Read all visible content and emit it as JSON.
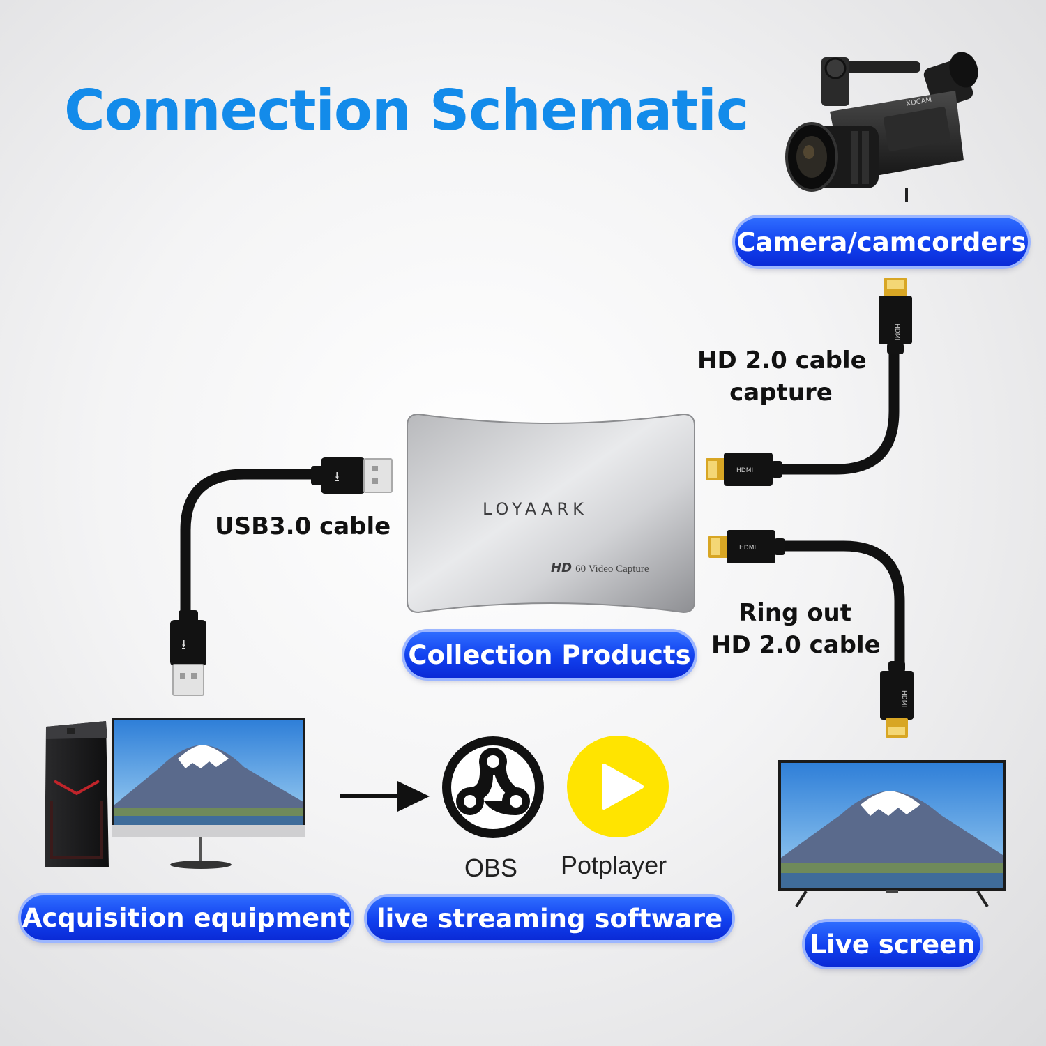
{
  "title": "Connection Schematic",
  "pills": {
    "camera": "Camera/camcorders",
    "collection": "Collection Products",
    "acquisition": "Acquisition equipment",
    "software": "live streaming software",
    "live_screen": "Live screen"
  },
  "labels": {
    "hd_capture_line1": "HD 2.0 cable",
    "hd_capture_line2": "capture",
    "usb": "USB3.0 cable",
    "ring_line1": "Ring out",
    "ring_line2": "HD 2.0 cable"
  },
  "device": {
    "brand": "LOYAARK",
    "model_prefix": "HD",
    "model_text": "60 Video Capture"
  },
  "camera_brand": "XDCAM",
  "connector_text": "HDMI",
  "software": {
    "obs": "OBS",
    "potplayer": "Potplayer"
  },
  "colors": {
    "title": "#138bea",
    "pill": "#1140ee",
    "potplayer": "#ffe400"
  },
  "icons": [
    "camcorder-icon",
    "hdmi-connector-icon",
    "usb-connector-icon",
    "capture-device-icon",
    "pc-tower-icon",
    "monitor-icon",
    "arrow-right-icon",
    "obs-logo-icon",
    "potplayer-logo-icon",
    "tv-icon"
  ]
}
